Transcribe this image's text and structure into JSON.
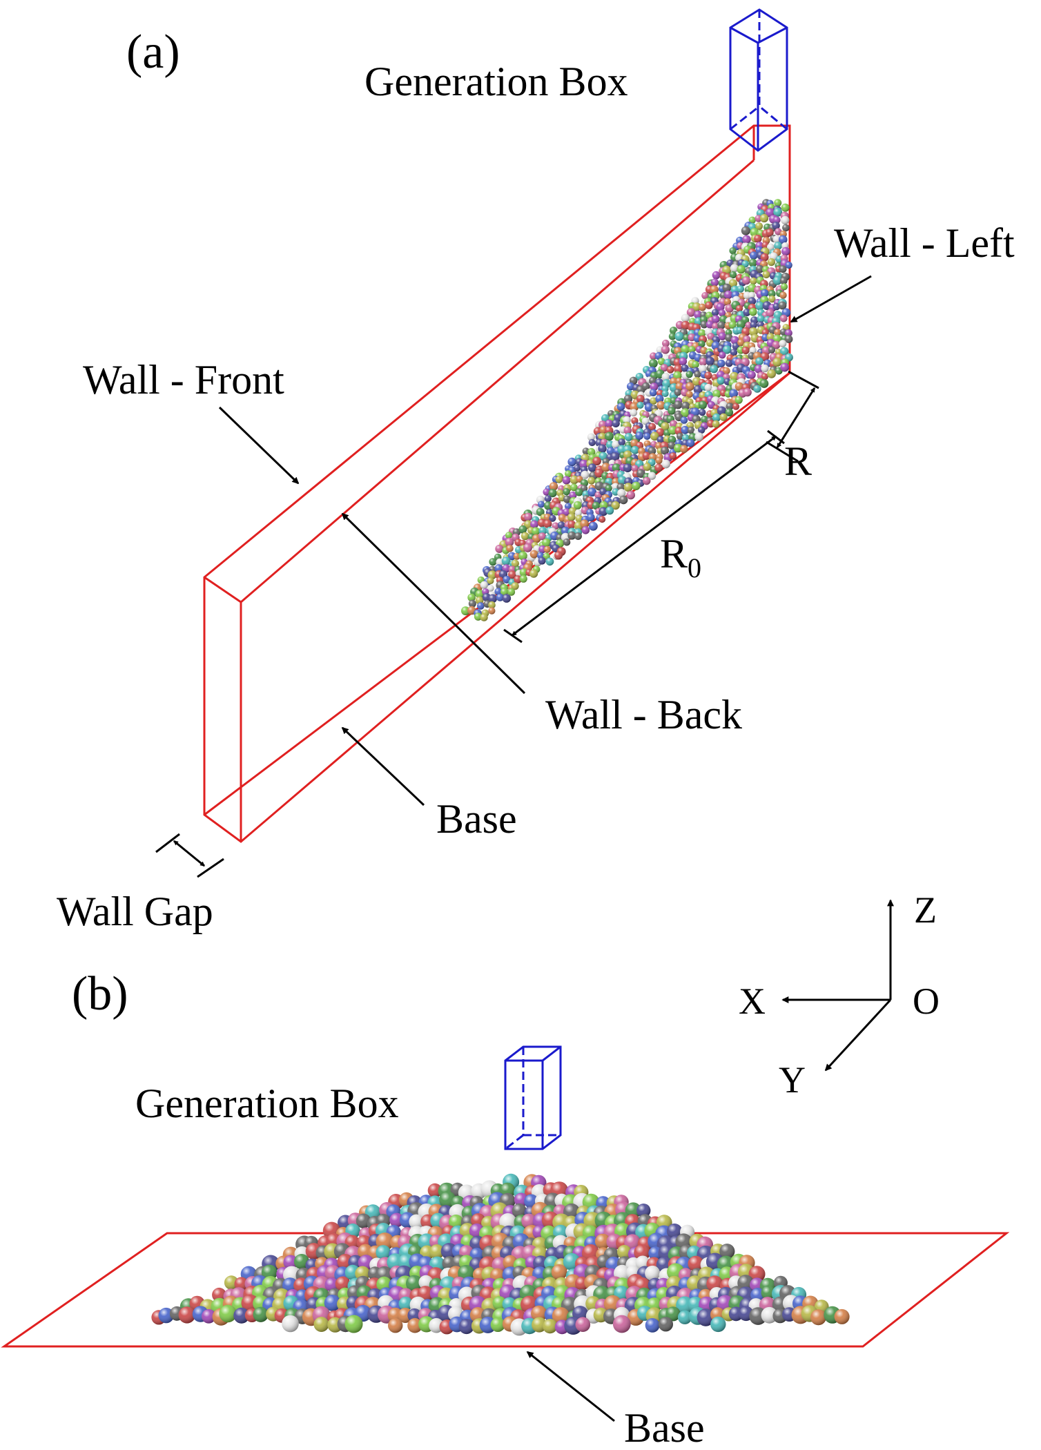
{
  "figure": {
    "panel_a": {
      "label": "(a)",
      "generation_box": "Generation Box",
      "wall_left": "Wall - Left",
      "wall_front": "Wall - Front",
      "wall_back": "Wall - Back",
      "base": "Base",
      "wall_gap": "Wall Gap",
      "dim_r": "R",
      "dim_r0": "R",
      "dim_r0_sub": "0"
    },
    "panel_b": {
      "label": "(b)",
      "generation_box": "Generation Box",
      "base": "Base"
    },
    "axes": {
      "z": "Z",
      "x": "X",
      "y": "Y",
      "origin": "O"
    },
    "colors": {
      "wall_outline": "#e02020",
      "generation_box": "#1a1acc",
      "arrow": "#000000",
      "particle_palette": [
        "#c83c3c",
        "#3c8c3c",
        "#3c5ac8",
        "#b4b43c",
        "#9c3cb4",
        "#3cb4b4",
        "#d2783c",
        "#e6e6e6",
        "#5a5a5a",
        "#c85a96",
        "#78c83c",
        "#3c3c8c"
      ]
    }
  }
}
